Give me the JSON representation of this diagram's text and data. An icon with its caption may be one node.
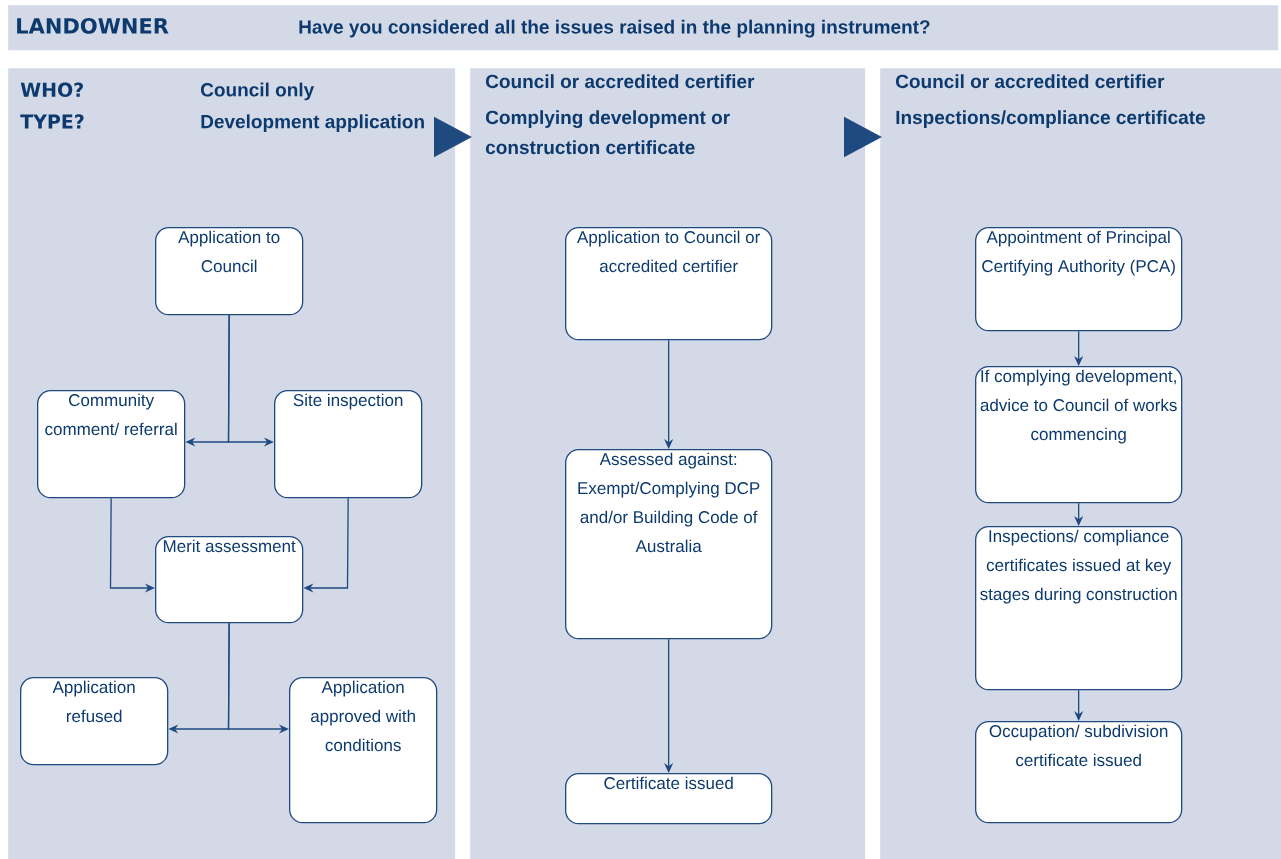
{
  "diagram": {
    "nodes": [
      {
        "text": [
          "LANDOWNER",
          "Have you considered all the issues raised in the planning instrument?"
        ]
      },
      {
        "text": [
          "WHO?",
          "TYPE?",
          "Council only",
          "Development application"
        ]
      },
      {
        "text": [
          "Council or accredited certifier",
          "Complying development or construction certificate"
        ]
      },
      {
        "text": [
          "Council or accredited certifier",
          "Inspections/compliance certificate"
        ]
      },
      {
        "text": [
          "Application to Council"
        ],
        "in": 1
      },
      {
        "text": [
          "Community comment/ referral"
        ],
        "in": 1
      },
      {
        "text": [
          "Site inspection"
        ],
        "in": 1
      },
      {
        "text": [
          "Merit assessment"
        ],
        "in": 1
      },
      {
        "text": [
          "Application refused"
        ],
        "in": 1
      },
      {
        "text": [
          "Application approved with conditions"
        ],
        "in": 1
      },
      {
        "text": [
          "Application to Council or accredited certifier"
        ],
        "in": 2
      },
      {
        "text": [
          "Assessed against: Exempt/Complying DCP and/or Building Code of Australia"
        ],
        "in": 2
      },
      {
        "text": [
          "Certificate issued"
        ],
        "in": 2
      },
      {
        "text": [
          "Appointment of Principal Certifying Authority (PCA)"
        ],
        "in": 3
      },
      {
        "text": [
          "If complying development, advice to Council of works commencing"
        ],
        "in": 3
      },
      {
        "text": [
          "Inspections/ compliance certificates issued at key stages during construction"
        ],
        "in": 3
      },
      {
        "text": [
          "Occupation/ subdivision certificate issued"
        ],
        "in": 3
      }
    ],
    "edges": [
      {
        "from": 1,
        "to": 2,
        "arrow": "to"
      },
      {
        "from": 2,
        "to": 3,
        "arrow": "to"
      },
      {
        "from": 4,
        "to": 5,
        "arrow": "to"
      },
      {
        "from": 4,
        "to": 6,
        "arrow": "to"
      },
      {
        "from": 5,
        "to": 7,
        "arrow": "to"
      },
      {
        "from": 6,
        "to": 7,
        "arrow": "to"
      },
      {
        "from": 7,
        "to": 8,
        "arrow": "to"
      },
      {
        "from": 7,
        "to": 9,
        "arrow": "to"
      },
      {
        "from": 10,
        "to": 11,
        "arrow": "to"
      },
      {
        "from": 11,
        "to": 12,
        "arrow": "to"
      },
      {
        "from": 13,
        "to": 14,
        "arrow": "to"
      },
      {
        "from": 14,
        "to": 15,
        "arrow": "to"
      },
      {
        "from": 15,
        "to": 16,
        "arrow": "to"
      }
    ]
  }
}
